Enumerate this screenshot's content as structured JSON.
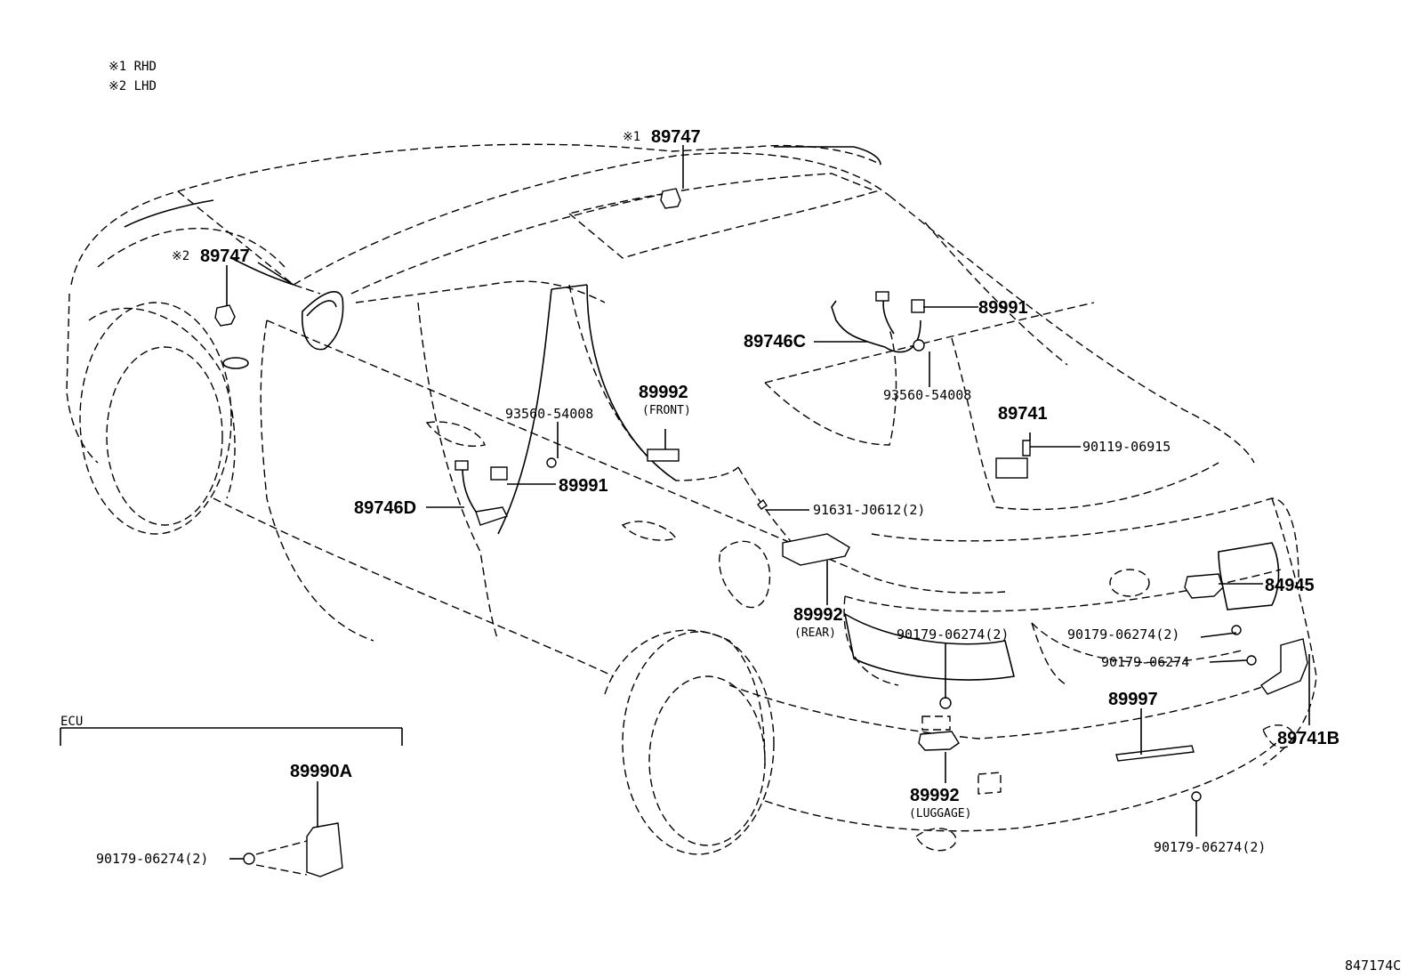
{
  "notes": {
    "rhd": "※1 RHD",
    "lhd": "※2 LHD"
  },
  "labels": {
    "p89747_rhd": "89747",
    "p89747_rhd_mark": "※1",
    "p89747_lhd": "89747",
    "p89747_lhd_mark": "※2",
    "p89991_top": "89991",
    "p89746C": "89746C",
    "p93560_top": "93560-54008",
    "p89741": "89741",
    "p90119": "90119-06915",
    "p89992_front": "89992",
    "p89992_front_sub": "(FRONT)",
    "p93560_left": "93560-54008",
    "p89991_left": "89991",
    "p89746D": "89746D",
    "p91631": "91631-J0612(2)",
    "p89992_rear": "89992",
    "p89992_rear_sub": "(REAR)",
    "p84945": "84945",
    "p90179_mid_left": "90179-06274(2)",
    "p90179_mid_right": "90179-06274(2)",
    "p90179_single": "90179-06274",
    "p89997": "89997",
    "p89741B": "89741B",
    "p89992_lugg": "89992",
    "p89992_lugg_sub": "(LUGGAGE)",
    "p90179_bottom": "90179-06274(2)",
    "ecu_title": "ECU",
    "p89990A": "89990A",
    "p90179_ecu": "90179-06274(2)",
    "diagram_code": "847174C"
  }
}
